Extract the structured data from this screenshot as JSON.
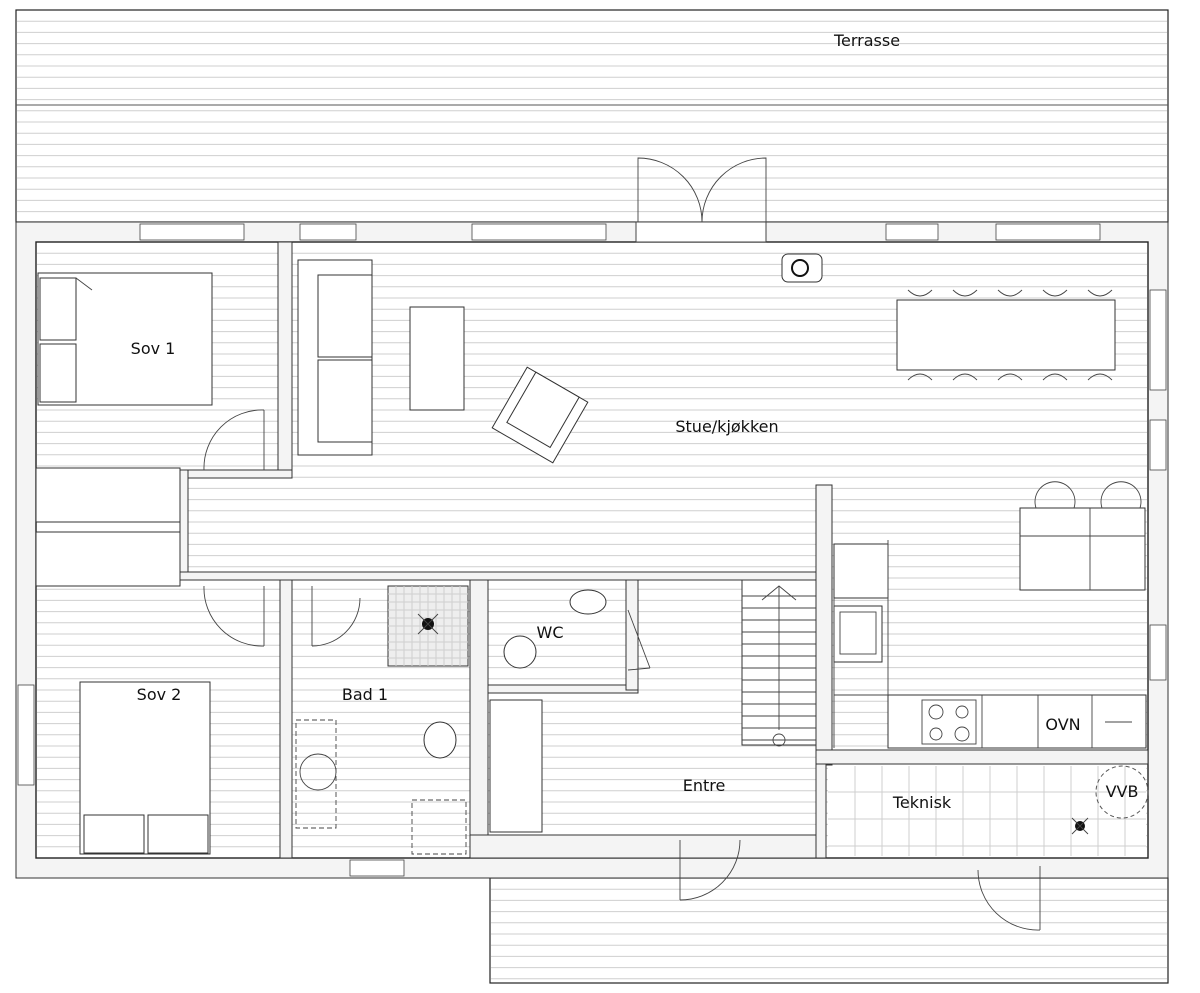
{
  "plan": {
    "rooms": {
      "terrace": "Terrasse",
      "bedroom1": "Sov 1",
      "bedroom2": "Sov 2",
      "living_kitchen": "Stue/kjøkken",
      "bathroom": "Bad 1",
      "wc": "WC",
      "entrance": "Entre",
      "technical": "Teknisk"
    },
    "appliances": {
      "oven": "OVN",
      "water_heater": "VVB"
    }
  }
}
